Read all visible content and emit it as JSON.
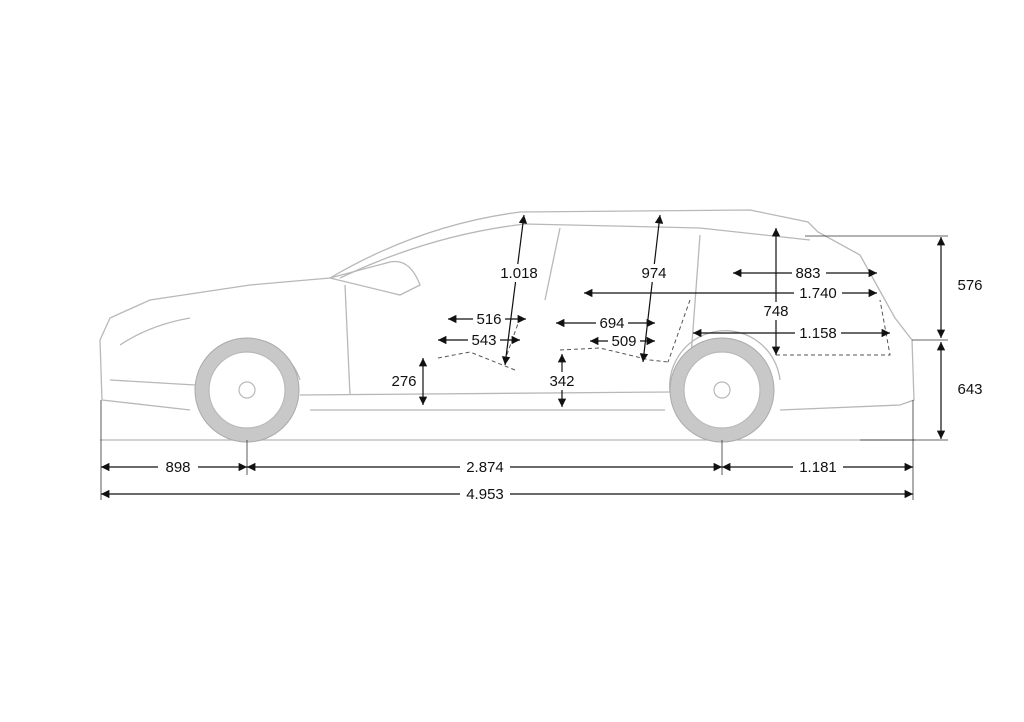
{
  "dimensions": {
    "front_overhang": "898",
    "wheelbase": "2.874",
    "rear_overhang": "1.181",
    "overall_length": "4.953",
    "upper_height": "576",
    "lower_height": "643",
    "front_headroom": "1.018",
    "rear_headroom": "974",
    "load_length_top": "883",
    "load_length_seats_folded": "1.740",
    "load_height": "748",
    "front_seat_depth": "516",
    "front_cushion_length": "543",
    "rear_legroom": "694",
    "rear_cushion_length": "509",
    "load_length_floor": "1.158",
    "front_seat_height": "276",
    "rear_seat_height": "342"
  }
}
